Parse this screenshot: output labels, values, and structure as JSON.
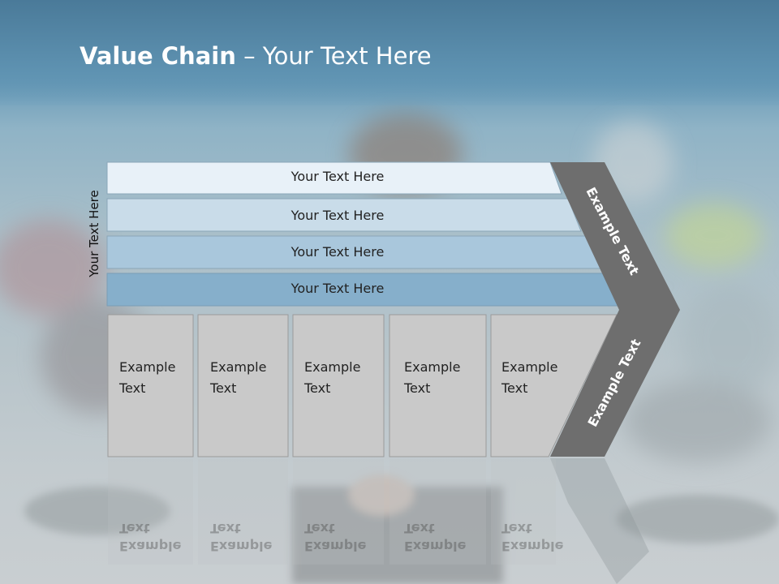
{
  "title": {
    "bold": "Value Chain",
    "rest": " – Your Text Here"
  },
  "side_label": "Your Text Here",
  "bars": [
    {
      "label": "Your Text Here",
      "color": "#e8f1f8"
    },
    {
      "label": "Your Text Here",
      "color": "#c9dce9"
    },
    {
      "label": "Your Text Here",
      "color": "#a9c7dc"
    },
    {
      "label": "Your Text Here",
      "color": "#86afcb"
    }
  ],
  "boxes": [
    {
      "line1": "Example",
      "line2": "Text"
    },
    {
      "line1": "Example",
      "line2": "Text"
    },
    {
      "line1": "Example",
      "line2": "Text"
    },
    {
      "line1": "Example",
      "line2": "Text"
    },
    {
      "line1": "Example",
      "line2": "Text"
    }
  ],
  "chevron_upper": "Example Text",
  "chevron_lower": "Example Text",
  "colors": {
    "chevron": "#6e6e6e",
    "box": "#c9c9c9",
    "box_border": "#9a9a9a"
  }
}
